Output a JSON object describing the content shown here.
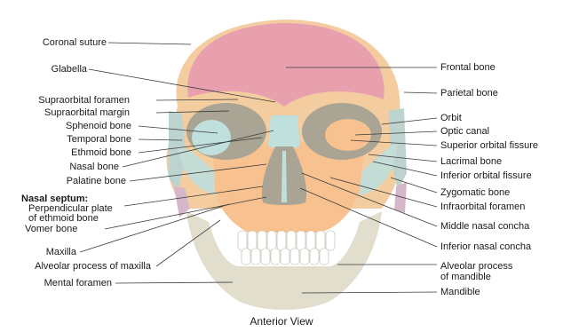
{
  "figure": {
    "caption": "Anterior View",
    "colors": {
      "frontal": "#e8a0ae",
      "parietal": "#f3cd9f",
      "temporal": "#bcd3cf",
      "sphenoid": "#d5b7c8",
      "zygomatic": "#c4ddd7",
      "nasal": "#bfe0dc",
      "maxilla": "#f7c28f",
      "mandible": "#e1dece",
      "teeth": "#ffffff",
      "orbit_shadow": "#a9a493",
      "line": "#3a3a3a"
    }
  },
  "labels_left": {
    "coronal_suture": "Coronal suture",
    "glabella": "Glabella",
    "supraorbital_foramen": "Supraorbital foramen",
    "supraorbital_margin": "Supraorbital margin",
    "sphenoid_bone": "Sphenoid bone",
    "temporal_bone": "Temporal bone",
    "ethmoid_bone": "Ethmoid bone",
    "nasal_bone": "Nasal bone",
    "palatine_bone": "Palatine bone",
    "nasal_septum": "Nasal septum:",
    "perpendicular_plate_1": "Perpendicular plate",
    "perpendicular_plate_2": "of ethmoid bone",
    "vomer_bone": "Vomer bone",
    "maxilla": "Maxilla",
    "alveolar_maxilla": "Alveolar process of maxilla",
    "mental_foramen": "Mental foramen"
  },
  "labels_right": {
    "frontal_bone": "Frontal bone",
    "parietal_bone": "Parietal bone",
    "orbit": "Orbit",
    "optic_canal": "Optic canal",
    "superior_orbital_fissure": "Superior orbital fissure",
    "lacrimal_bone": "Lacrimal bone",
    "inferior_orbital_fissure": "Inferior orbital fissure",
    "zygomatic_bone": "Zygomatic bone",
    "infraorbital_foramen": "Infraorbital foramen",
    "middle_nasal_concha": "Middle nasal concha",
    "inferior_nasal_concha": "Inferior nasal concha",
    "alveolar_mandible_1": "Alveolar process",
    "alveolar_mandible_2": "of mandible",
    "mandible": "Mandible"
  }
}
